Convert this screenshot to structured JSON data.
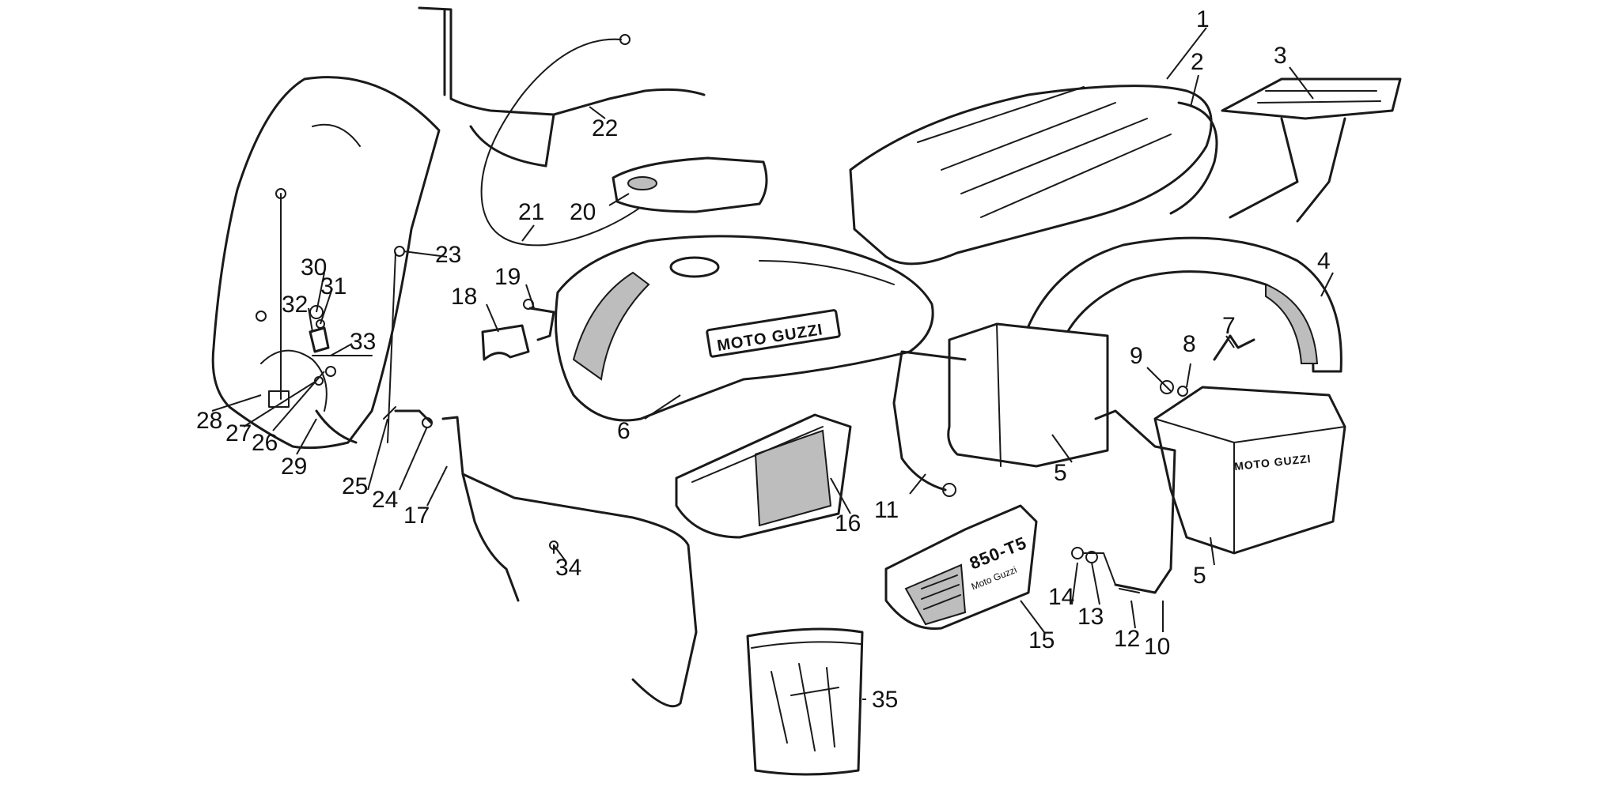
{
  "diagram": {
    "callouts": [
      {
        "id": "1",
        "label": "1"
      },
      {
        "id": "2",
        "label": "2"
      },
      {
        "id": "3",
        "label": "3"
      },
      {
        "id": "4",
        "label": "4"
      },
      {
        "id": "5a",
        "label": "5"
      },
      {
        "id": "5b",
        "label": "5"
      },
      {
        "id": "6",
        "label": "6"
      },
      {
        "id": "7",
        "label": "7"
      },
      {
        "id": "8",
        "label": "8"
      },
      {
        "id": "9",
        "label": "9"
      },
      {
        "id": "10",
        "label": "10"
      },
      {
        "id": "11",
        "label": "11"
      },
      {
        "id": "12",
        "label": "12"
      },
      {
        "id": "13",
        "label": "13"
      },
      {
        "id": "14",
        "label": "14"
      },
      {
        "id": "15",
        "label": "15"
      },
      {
        "id": "16",
        "label": "16"
      },
      {
        "id": "17",
        "label": "17"
      },
      {
        "id": "18",
        "label": "18"
      },
      {
        "id": "19",
        "label": "19"
      },
      {
        "id": "20",
        "label": "20"
      },
      {
        "id": "21",
        "label": "21"
      },
      {
        "id": "22",
        "label": "22"
      },
      {
        "id": "23",
        "label": "23"
      },
      {
        "id": "24",
        "label": "24"
      },
      {
        "id": "25",
        "label": "25"
      },
      {
        "id": "26",
        "label": "26"
      },
      {
        "id": "27",
        "label": "27"
      },
      {
        "id": "28",
        "label": "28"
      },
      {
        "id": "29",
        "label": "29"
      },
      {
        "id": "30",
        "label": "30"
      },
      {
        "id": "31",
        "label": "31"
      },
      {
        "id": "32",
        "label": "32"
      },
      {
        "id": "33",
        "label": "33"
      },
      {
        "id": "34",
        "label": "34"
      },
      {
        "id": "35",
        "label": "35"
      }
    ],
    "tank_emblem": "MOTO GUZZI",
    "side_cover_model": "850-T5",
    "side_cover_subtext": "Moto Guzzi",
    "case_emblem": "MOTO GUZZI"
  }
}
